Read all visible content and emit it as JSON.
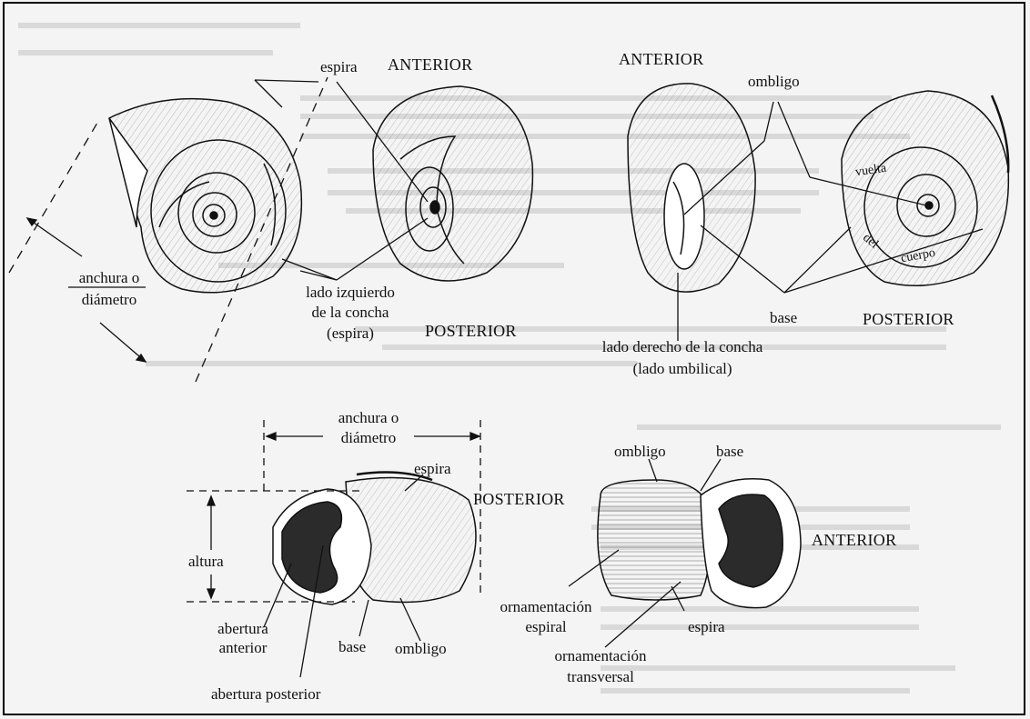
{
  "top_left": {
    "espira": "espira",
    "anterior": "ANTERIOR",
    "anchura_line1": "anchura o",
    "anchura_line2": "diámetro",
    "lado_line1": "lado izquierdo",
    "lado_line2": "de la concha",
    "lado_line3": "(espira)",
    "posterior": "POSTERIOR"
  },
  "top_right": {
    "anterior": "ANTERIOR",
    "ombligo": "ombligo",
    "vuelta": "vuelta",
    "del": "del",
    "cuerpo": "cuerpo",
    "base": "base",
    "posterior": "POSTERIOR",
    "lado_line1": "lado derecho de la concha",
    "lado_line2": "(lado umbilical)"
  },
  "bottom_left": {
    "anchura_line1": "anchura o",
    "anchura_line2": "diámetro",
    "espira": "espira",
    "posterior": "POSTERIOR",
    "altura": "altura",
    "abertura_ant_line1": "abertura",
    "abertura_ant_line2": "anterior",
    "base": "base",
    "ombligo": "ombligo",
    "abertura_posterior": "abertura posterior"
  },
  "bottom_right": {
    "ombligo": "ombligo",
    "base": "base",
    "anterior": "ANTERIOR",
    "orn_espiral_line1": "ornamentación",
    "orn_espiral_line2": "espiral",
    "espira": "espira",
    "orn_trans_line1": "ornamentación",
    "orn_trans_line2": "transversal"
  },
  "colors": {
    "ink": "#111111",
    "paper": "#f4f4f4",
    "aperture": "#2b2b2b"
  }
}
